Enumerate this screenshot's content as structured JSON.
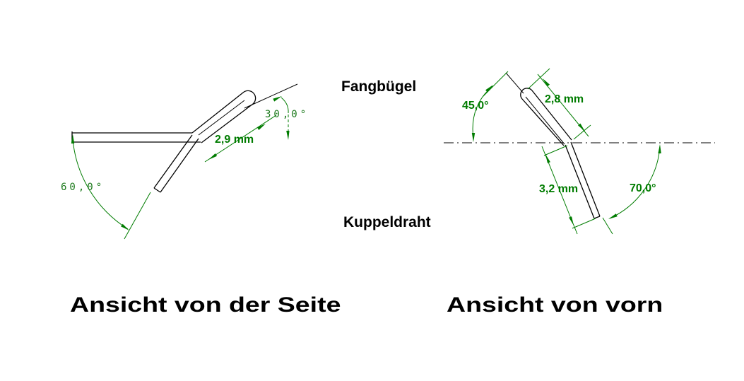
{
  "drawing_title": "Wire bending drawing",
  "colors": {
    "dimension_green": "#007c00",
    "line_black": "#000000",
    "background": "#ffffff"
  },
  "labels": {
    "fangbuegel": "Fangbügel",
    "kuppeldraht": "Kuppeldraht"
  },
  "captions": {
    "side_view": "Ansicht von der Seite",
    "front_view": "Ansicht von vorn"
  },
  "side_view_dimensions": {
    "bend_angle_bottom": "60,0°",
    "bend_angle_top": "30,0°",
    "loop_length": "2,9 mm"
  },
  "front_view_dimensions": {
    "angle_left": "45,0°",
    "angle_right": "70,0°",
    "length_top": "2,8 mm",
    "length_bottom": "3,2 mm"
  }
}
